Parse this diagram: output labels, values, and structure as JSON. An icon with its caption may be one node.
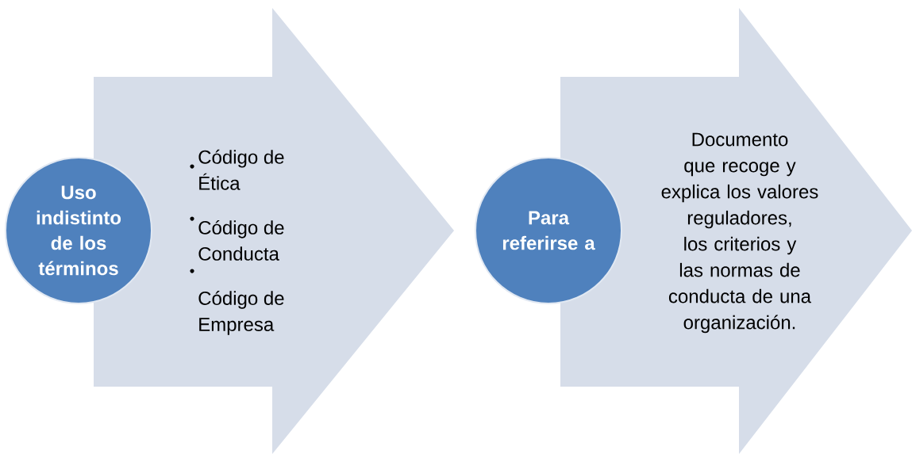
{
  "diagram": {
    "nodes": [
      {
        "text": [
          "Uso indistinto de los términos"
        ]
      },
      {
        "text": [
          "Código de Ética",
          "Código de Conducta",
          "Código de Empresa"
        ]
      },
      {
        "text": [
          "Para referirse a"
        ]
      },
      {
        "text": [
          "Documento que recoge y explica los valores reguladores, los criterios y las normas de conducta de una organización."
        ]
      }
    ]
  }
}
